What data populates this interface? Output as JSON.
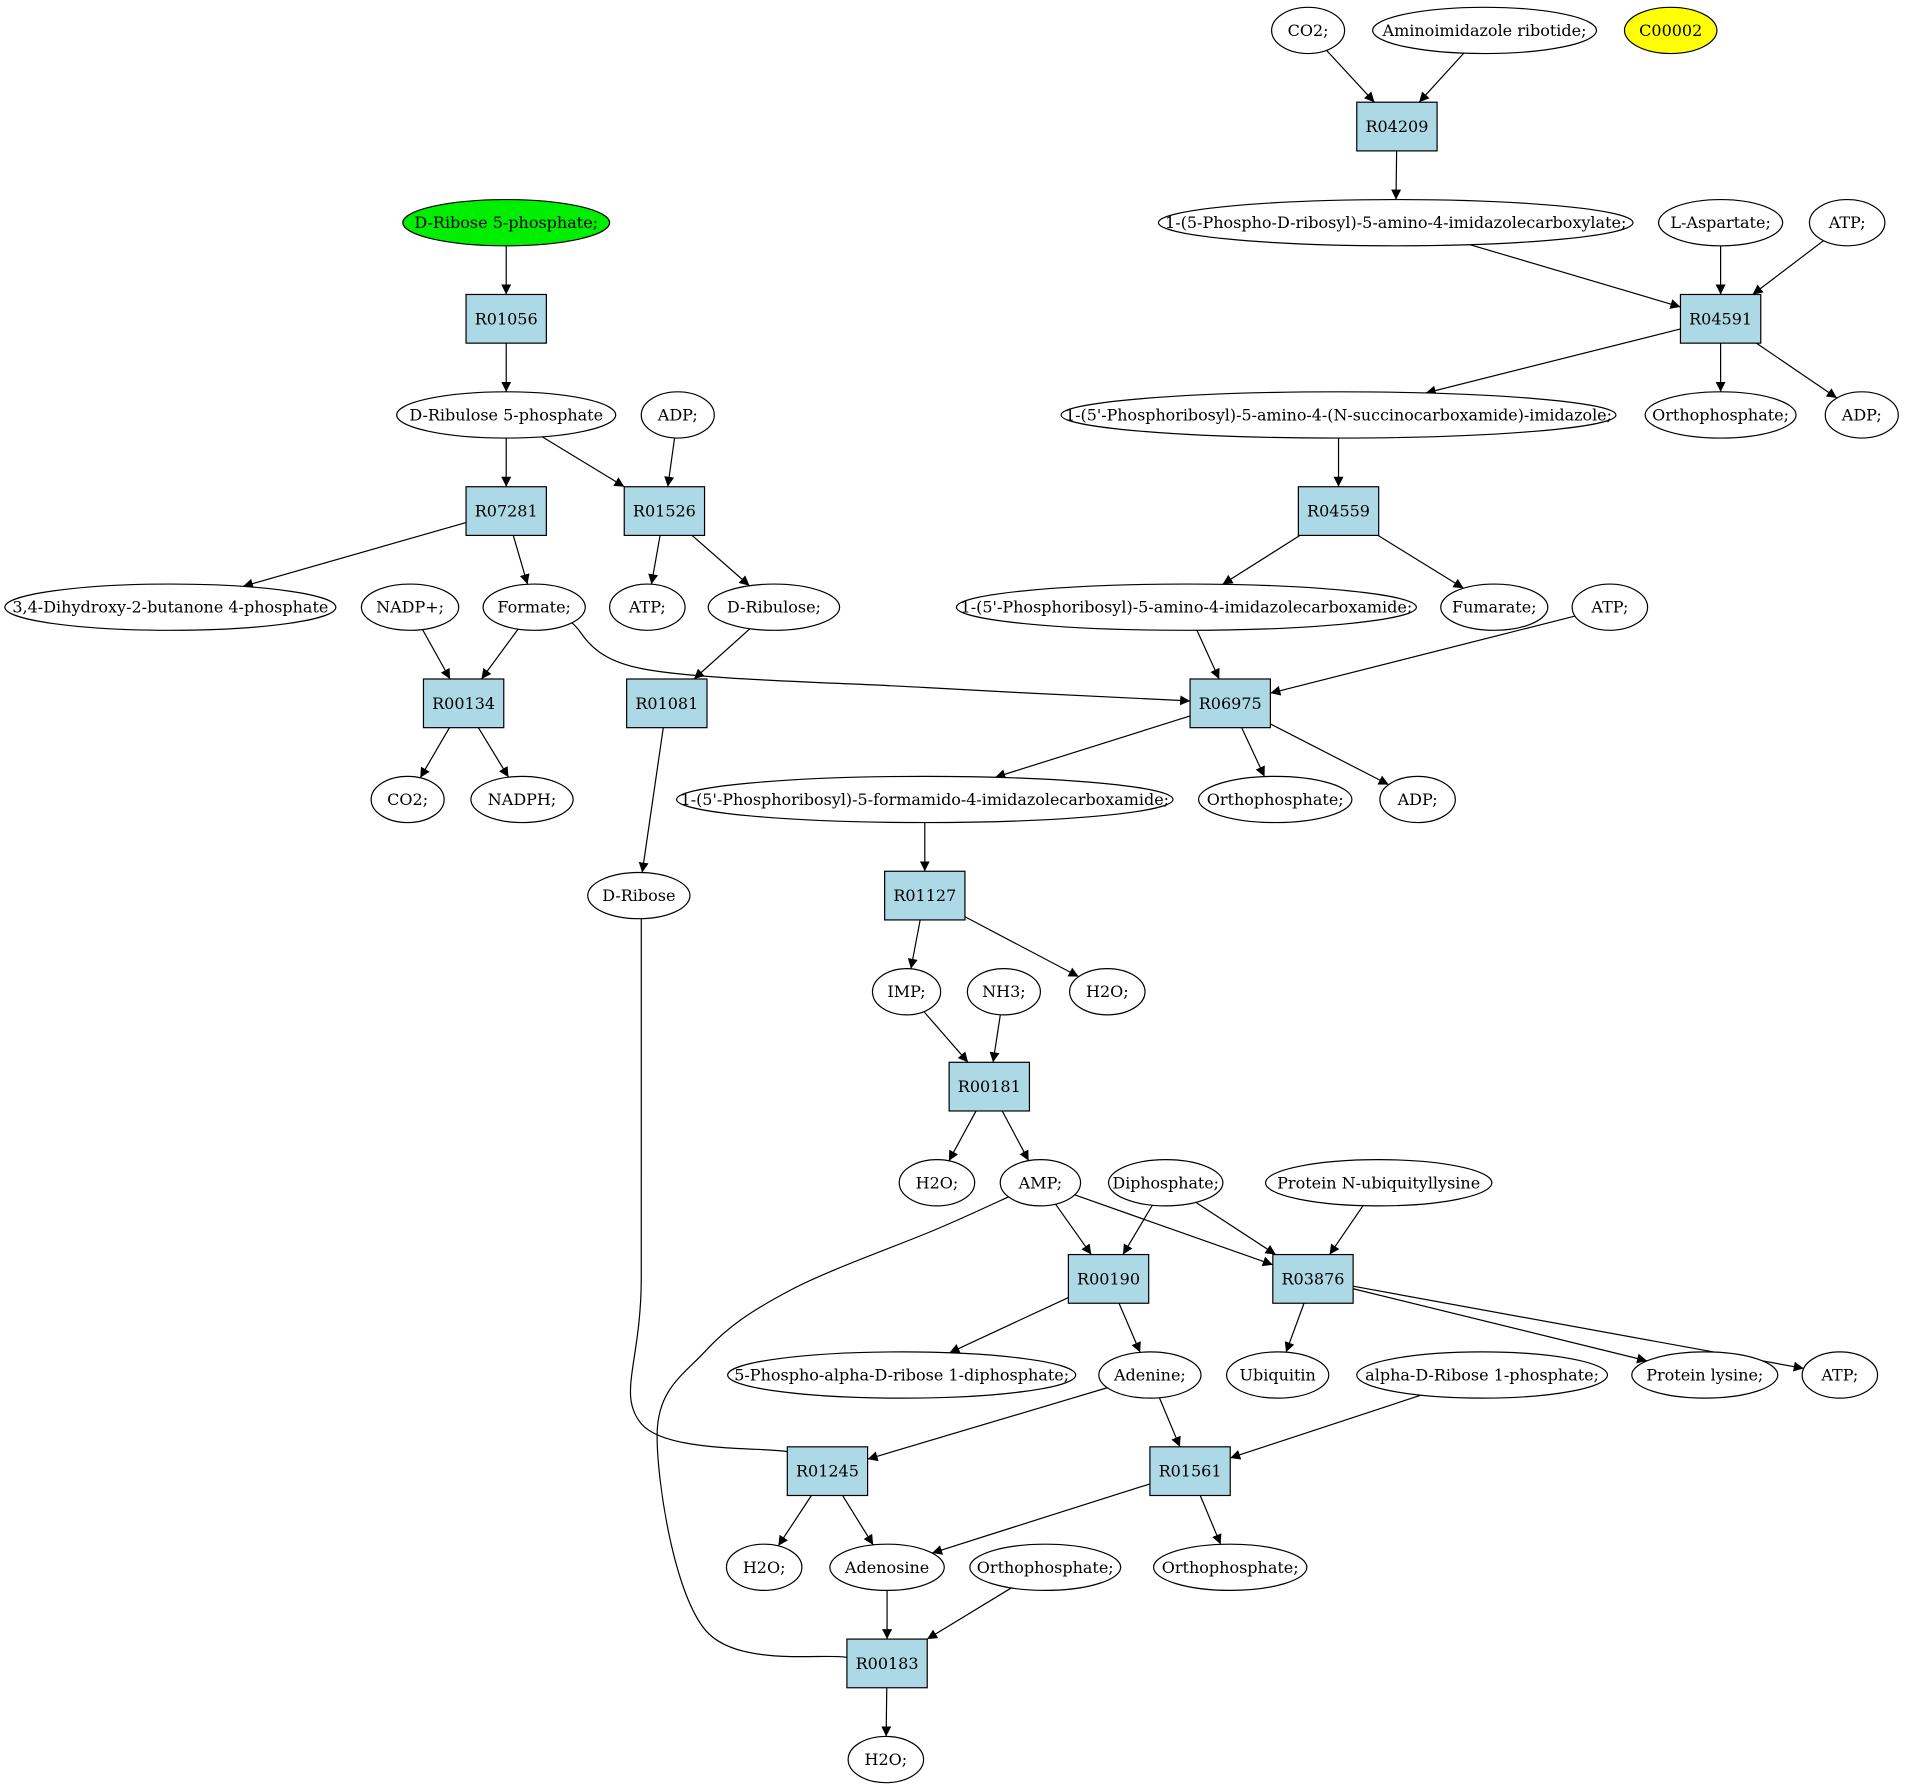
{
  "colors": {
    "reaction_fill": "#add8e6",
    "start_fill": "#00ee00",
    "highlight_fill": "#ffff00",
    "compound_fill": "#ffffff",
    "stroke": "#000000"
  },
  "nodes": [
    {
      "id": "co2_top",
      "label": "CO2;",
      "kind": "compound"
    },
    {
      "id": "air",
      "label": "Aminoimidazole ribotide;",
      "kind": "compound"
    },
    {
      "id": "c00002",
      "label": "C00002",
      "kind": "highlight"
    },
    {
      "id": "r04209",
      "label": "R04209",
      "kind": "reaction"
    },
    {
      "id": "r5p",
      "label": "D-Ribose 5-phosphate;",
      "kind": "start"
    },
    {
      "id": "caair",
      "label": "1-(5-Phospho-D-ribosyl)-5-amino-4-imidazolecarboxylate;",
      "kind": "compound"
    },
    {
      "id": "asp",
      "label": "L-Aspartate;",
      "kind": "compound"
    },
    {
      "id": "atp_r04591",
      "label": "ATP;",
      "kind": "compound"
    },
    {
      "id": "r01056",
      "label": "R01056",
      "kind": "reaction"
    },
    {
      "id": "r04591",
      "label": "R04591",
      "kind": "reaction"
    },
    {
      "id": "ru5p",
      "label": "D-Ribulose 5-phosphate",
      "kind": "compound"
    },
    {
      "id": "adp_r01526",
      "label": "ADP;",
      "kind": "compound"
    },
    {
      "id": "saicar",
      "label": "1-(5'-Phosphoribosyl)-5-amino-4-(N-succinocarboxamide)-imidazole;",
      "kind": "compound"
    },
    {
      "id": "pi_r04591",
      "label": "Orthophosphate;",
      "kind": "compound"
    },
    {
      "id": "adp_r04591",
      "label": "ADP;",
      "kind": "compound"
    },
    {
      "id": "r07281",
      "label": "R07281",
      "kind": "reaction"
    },
    {
      "id": "r01526",
      "label": "R01526",
      "kind": "reaction"
    },
    {
      "id": "r04559",
      "label": "R04559",
      "kind": "reaction"
    },
    {
      "id": "dhbp",
      "label": "3,4-Dihydroxy-2-butanone 4-phosphate",
      "kind": "compound"
    },
    {
      "id": "nadp",
      "label": "NADP+;",
      "kind": "compound"
    },
    {
      "id": "formate",
      "label": "Formate;",
      "kind": "compound"
    },
    {
      "id": "atp_r01526",
      "label": "ATP;",
      "kind": "compound"
    },
    {
      "id": "dribulose",
      "label": "D-Ribulose;",
      "kind": "compound"
    },
    {
      "id": "aicar",
      "label": "1-(5'-Phosphoribosyl)-5-amino-4-imidazolecarboxamide;",
      "kind": "compound"
    },
    {
      "id": "fumarate",
      "label": "Fumarate;",
      "kind": "compound"
    },
    {
      "id": "atp_r06975",
      "label": "ATP;",
      "kind": "compound"
    },
    {
      "id": "r00134",
      "label": "R00134",
      "kind": "reaction"
    },
    {
      "id": "r01081",
      "label": "R01081",
      "kind": "reaction"
    },
    {
      "id": "r06975",
      "label": "R06975",
      "kind": "reaction"
    },
    {
      "id": "co2_r00134",
      "label": "CO2;",
      "kind": "compound"
    },
    {
      "id": "nadph",
      "label": "NADPH;",
      "kind": "compound"
    },
    {
      "id": "faicar",
      "label": "1-(5'-Phosphoribosyl)-5-formamido-4-imidazolecarboxamide;",
      "kind": "compound"
    },
    {
      "id": "pi_r06975",
      "label": "Orthophosphate;",
      "kind": "compound"
    },
    {
      "id": "adp_r06975",
      "label": "ADP;",
      "kind": "compound"
    },
    {
      "id": "dribose",
      "label": "D-Ribose",
      "kind": "compound"
    },
    {
      "id": "r01127",
      "label": "R01127",
      "kind": "reaction"
    },
    {
      "id": "imp",
      "label": "IMP;",
      "kind": "compound"
    },
    {
      "id": "nh3",
      "label": "NH3;",
      "kind": "compound"
    },
    {
      "id": "h2o_r01127",
      "label": "H2O;",
      "kind": "compound"
    },
    {
      "id": "r00181",
      "label": "R00181",
      "kind": "reaction"
    },
    {
      "id": "h2o_r00181",
      "label": "H2O;",
      "kind": "compound"
    },
    {
      "id": "amp",
      "label": "AMP;",
      "kind": "compound"
    },
    {
      "id": "ppi",
      "label": "Diphosphate;",
      "kind": "compound"
    },
    {
      "id": "pnub",
      "label": "Protein N-ubiquityllysine",
      "kind": "compound"
    },
    {
      "id": "r00190",
      "label": "R00190",
      "kind": "reaction"
    },
    {
      "id": "r03876",
      "label": "R03876",
      "kind": "reaction"
    },
    {
      "id": "prpp",
      "label": "5-Phospho-alpha-D-ribose 1-diphosphate;",
      "kind": "compound"
    },
    {
      "id": "adenine",
      "label": "Adenine;",
      "kind": "compound"
    },
    {
      "id": "ubiquitin",
      "label": "Ubiquitin",
      "kind": "compound"
    },
    {
      "id": "r1p",
      "label": "alpha-D-Ribose 1-phosphate;",
      "kind": "compound"
    },
    {
      "id": "plys",
      "label": "Protein lysine;",
      "kind": "compound"
    },
    {
      "id": "atp_r03876",
      "label": "ATP;",
      "kind": "compound"
    },
    {
      "id": "r01245",
      "label": "R01245",
      "kind": "reaction"
    },
    {
      "id": "r01561",
      "label": "R01561",
      "kind": "reaction"
    },
    {
      "id": "h2o_r01245",
      "label": "H2O;",
      "kind": "compound"
    },
    {
      "id": "adenosine",
      "label": "Adenosine",
      "kind": "compound"
    },
    {
      "id": "pi_r00183",
      "label": "Orthophosphate;",
      "kind": "compound"
    },
    {
      "id": "pi_r01561",
      "label": "Orthophosphate;",
      "kind": "compound"
    },
    {
      "id": "r00183",
      "label": "R00183",
      "kind": "reaction"
    },
    {
      "id": "h2o_r00183",
      "label": "H2O;",
      "kind": "compound"
    }
  ],
  "edges": [
    {
      "from": "co2_top",
      "to": "r04209"
    },
    {
      "from": "air",
      "to": "r04209"
    },
    {
      "from": "r04209",
      "to": "caair"
    },
    {
      "from": "caair",
      "to": "r04591"
    },
    {
      "from": "asp",
      "to": "r04591"
    },
    {
      "from": "atp_r04591",
      "to": "r04591"
    },
    {
      "from": "r04591",
      "to": "saicar"
    },
    {
      "from": "r04591",
      "to": "pi_r04591"
    },
    {
      "from": "r04591",
      "to": "adp_r04591"
    },
    {
      "from": "saicar",
      "to": "r04559"
    },
    {
      "from": "r04559",
      "to": "aicar"
    },
    {
      "from": "r04559",
      "to": "fumarate"
    },
    {
      "from": "r5p",
      "to": "r01056"
    },
    {
      "from": "r01056",
      "to": "ru5p"
    },
    {
      "from": "ru5p",
      "to": "r07281"
    },
    {
      "from": "ru5p",
      "to": "r01526"
    },
    {
      "from": "adp_r01526",
      "to": "r01526"
    },
    {
      "from": "r07281",
      "to": "dhbp"
    },
    {
      "from": "r07281",
      "to": "formate"
    },
    {
      "from": "r01526",
      "to": "atp_r01526"
    },
    {
      "from": "r01526",
      "to": "dribulose"
    },
    {
      "from": "nadp",
      "to": "r00134"
    },
    {
      "from": "formate",
      "to": "r00134"
    },
    {
      "from": "formate",
      "to": "r06975"
    },
    {
      "from": "dribulose",
      "to": "r01081"
    },
    {
      "from": "aicar",
      "to": "r06975"
    },
    {
      "from": "atp_r06975",
      "to": "r06975"
    },
    {
      "from": "r00134",
      "to": "co2_r00134"
    },
    {
      "from": "r00134",
      "to": "nadph"
    },
    {
      "from": "r01081",
      "to": "dribose"
    },
    {
      "from": "r06975",
      "to": "faicar"
    },
    {
      "from": "r06975",
      "to": "pi_r06975"
    },
    {
      "from": "r06975",
      "to": "adp_r06975"
    },
    {
      "from": "faicar",
      "to": "r01127"
    },
    {
      "from": "r01127",
      "to": "imp"
    },
    {
      "from": "r01127",
      "to": "h2o_r01127"
    },
    {
      "from": "imp",
      "to": "r00181"
    },
    {
      "from": "nh3",
      "to": "r00181"
    },
    {
      "from": "r00181",
      "to": "h2o_r00181"
    },
    {
      "from": "r00181",
      "to": "amp"
    },
    {
      "from": "amp",
      "to": "r00190"
    },
    {
      "from": "amp",
      "to": "r03876"
    },
    {
      "from": "ppi",
      "to": "r00190"
    },
    {
      "from": "ppi",
      "to": "r03876"
    },
    {
      "from": "pnub",
      "to": "r03876"
    },
    {
      "from": "r00190",
      "to": "prpp"
    },
    {
      "from": "r00190",
      "to": "adenine"
    },
    {
      "from": "r03876",
      "to": "ubiquitin"
    },
    {
      "from": "r03876",
      "to": "plys"
    },
    {
      "from": "r03876",
      "to": "atp_r03876"
    },
    {
      "from": "dribose",
      "to": "r01245"
    },
    {
      "from": "adenine",
      "to": "r01245"
    },
    {
      "from": "adenine",
      "to": "r01561"
    },
    {
      "from": "r1p",
      "to": "r01561"
    },
    {
      "from": "r01245",
      "to": "h2o_r01245"
    },
    {
      "from": "r01245",
      "to": "adenosine"
    },
    {
      "from": "r01561",
      "to": "adenosine"
    },
    {
      "from": "r01561",
      "to": "pi_r01561"
    },
    {
      "from": "adenosine",
      "to": "r00183"
    },
    {
      "from": "pi_r00183",
      "to": "r00183"
    },
    {
      "from": "r00183",
      "to": "h2o_r00183"
    },
    {
      "from": "r00183",
      "to": "amp"
    }
  ]
}
